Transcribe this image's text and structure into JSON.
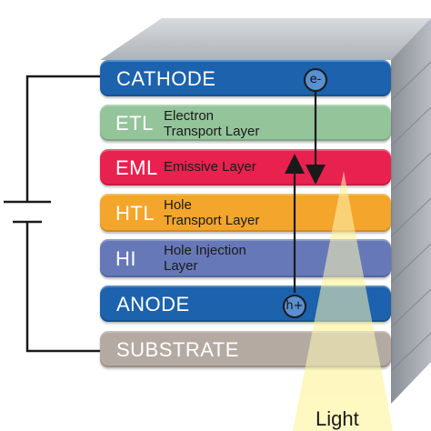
{
  "layers": {
    "cathode": {
      "label": "CATHODE",
      "color": "#1c62ad"
    },
    "etl": {
      "abbr": "ETL",
      "desc1": "Electron",
      "desc2": "Transport Layer",
      "color": "#94c49a"
    },
    "eml": {
      "abbr": "EML",
      "desc1": "Emissive Layer",
      "color": "#e8214f"
    },
    "htl": {
      "abbr": "HTL",
      "desc1": "Hole",
      "desc2": "Transport Layer",
      "color": "#f3a52c"
    },
    "hi": {
      "abbr": "HI",
      "desc1": "Hole Injection",
      "desc2": "Layer",
      "color": "#6678b7"
    },
    "anode": {
      "label": "ANODE",
      "color": "#1c62ad"
    },
    "substrate": {
      "label": "SUBSTRATE",
      "color": "#b4aaa2"
    }
  },
  "carriers": {
    "electron": "e-",
    "hole": "h+"
  },
  "light_label": "Light"
}
